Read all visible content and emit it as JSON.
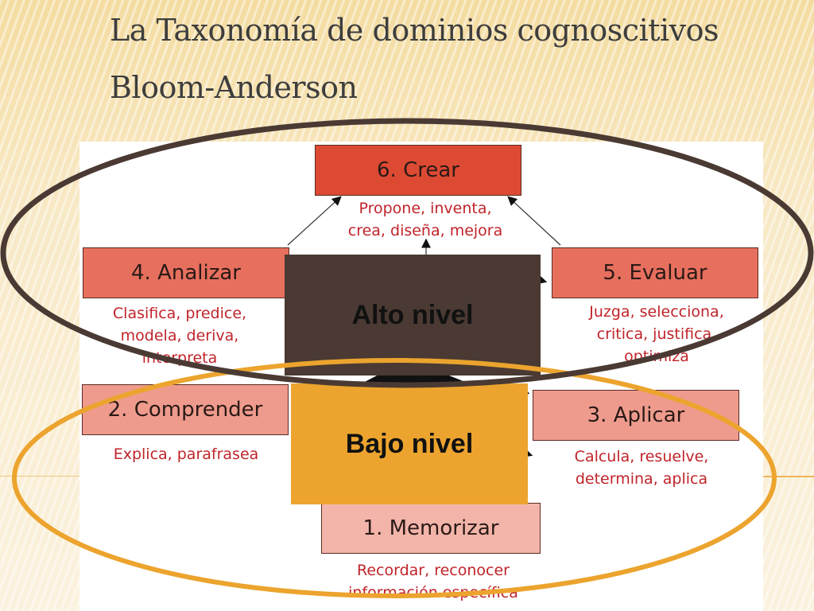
{
  "title": {
    "line1": "La Taxonomía de dominios cognoscitivos",
    "line2": "Bloom-Anderson"
  },
  "levels": [
    {
      "label": "1. Memorizar",
      "verbs": "Recordar, reconocer\ninformación específica"
    },
    {
      "label": "2. Comprender",
      "verbs": "Explica, parafrasea"
    },
    {
      "label": "3. Aplicar",
      "verbs": "Calcula, resuelve,\ndetermina, aplica"
    },
    {
      "label": "4. Analizar",
      "verbs": "Clasifica, predice,\nmodela, deriva,\ninterpreta"
    },
    {
      "label": "5. Evaluar",
      "verbs": "Juzga, selecciona,\ncritica, justifica,\noptimiza"
    },
    {
      "label": "6. Crear",
      "verbs": "Propone, inventa,\ncrea, diseña, mejora"
    }
  ],
  "overlays": {
    "high": "Alto nivel",
    "low": "Bajo nivel"
  },
  "colors": {
    "crear": "#dd4a33",
    "analizar_evaluar": "#e76f5e",
    "comprender_aplicar": "#ee9b8d",
    "memorizar": "#f3b5aa",
    "verbs": "#c0242a",
    "high_box": "#4a3a33",
    "low_box": "#eca42e",
    "high_ellipse": "#4a3a33",
    "low_ellipse": "#eca42e"
  }
}
